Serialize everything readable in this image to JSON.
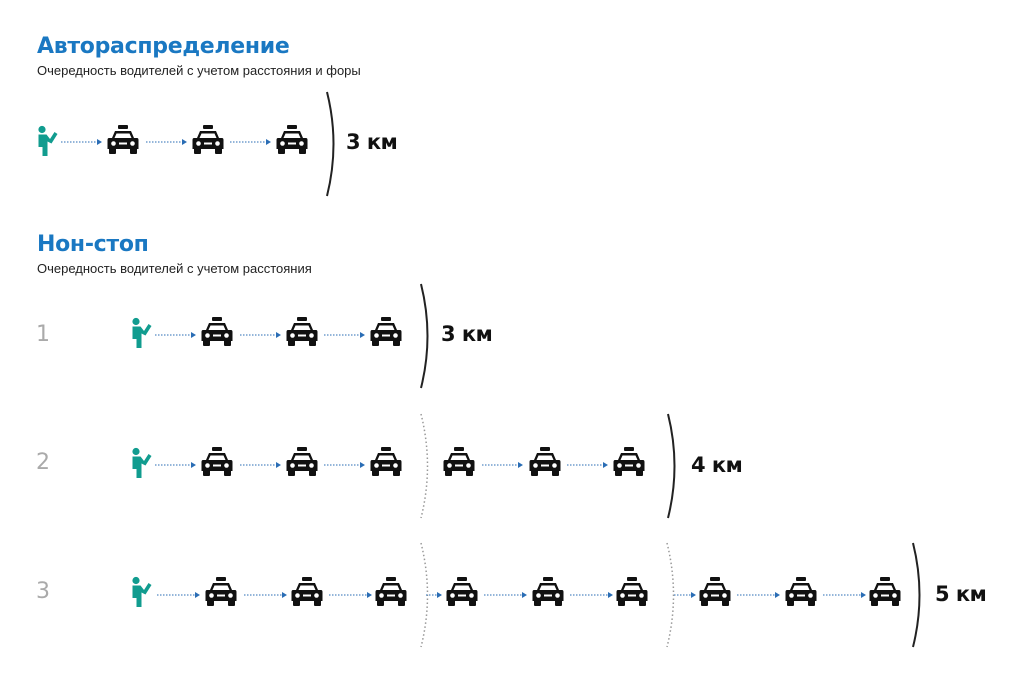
{
  "sections": {
    "auto": {
      "title": "Автораспределение",
      "subtitle": "Очередность водителей с учетом расстояния и форы",
      "distance": "3 км"
    },
    "nonstop": {
      "title": "Нон-стоп",
      "subtitle": "Очередность водителей с учетом расстояния",
      "rows": [
        {
          "number": "1",
          "distance": "3 км"
        },
        {
          "number": "2",
          "distance": "4 км"
        },
        {
          "number": "3",
          "distance": "5 км"
        }
      ]
    }
  },
  "icons": {
    "person": "person-hailing-icon",
    "taxi": "taxi-icon",
    "arrow": "dotted-arrow"
  },
  "colors": {
    "title": "#1a78c2",
    "person": "#119c8f",
    "arrow": "#2a6db5",
    "taxi": "#111111",
    "row_number": "#aaaaaa",
    "boundary": "#222222",
    "boundary_dotted": "#999999"
  }
}
